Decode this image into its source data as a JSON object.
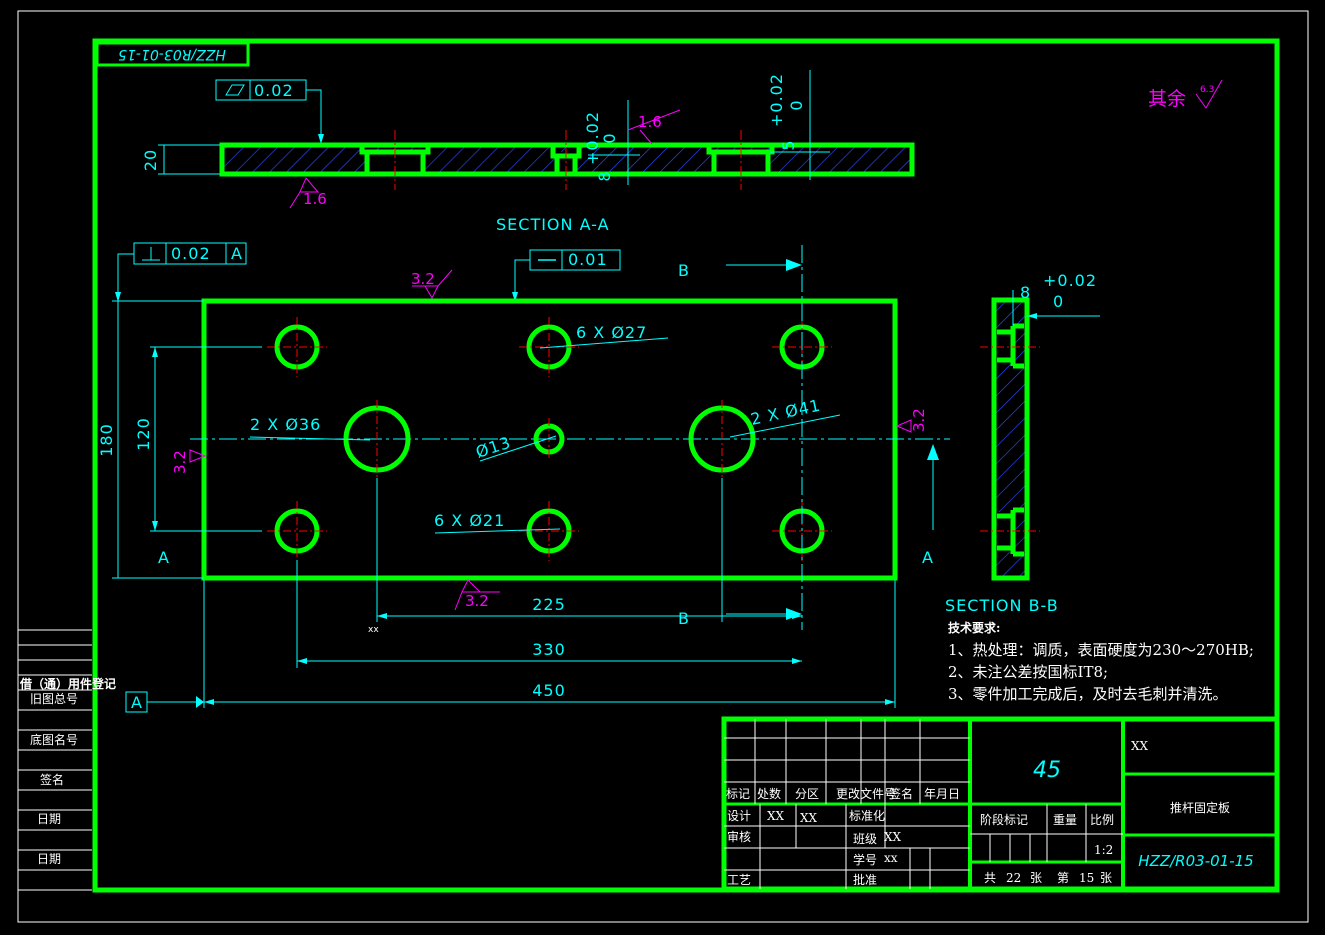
{
  "drawing": {
    "code_top": "HZZ/R03-01-15",
    "roughness_rest_label": "其余",
    "roughness_rest_value": "6.3",
    "section_aa": {
      "title": "SECTION A-A",
      "flatness": "0.02",
      "dim_thickness": "20",
      "dim_depth": "8",
      "tol_upper": "+0.02",
      "tol_lower": "0",
      "tol_upper_2": "+0.02",
      "tol_lower_2": "0",
      "tol_dim_2": "5",
      "roughness_top": "1.6",
      "roughness_bottom": "1.6"
    },
    "plan": {
      "perp": "0.02",
      "perp_datum": "A",
      "straightness": "0.01",
      "roughness_top": "3.2",
      "roughness_left": "3.2",
      "roughness_right": "3.2",
      "roughness_bottom": "3.2",
      "holes_27": "6 X Ø27",
      "holes_21": "6 X Ø21",
      "holes_36": "2 X Ø36",
      "holes_41": "2 X Ø41",
      "hole_13": "Ø13",
      "dim_180": "180",
      "dim_120": "120",
      "dim_225": "225",
      "dim_330": "330",
      "dim_450": "450",
      "datum_a": "A",
      "section_a_left": "A",
      "section_a_right": "A",
      "section_b_top": "B",
      "section_b_bottom": "B",
      "xx_mark": "xx"
    },
    "section_bb": {
      "title": "SECTION B-B",
      "dim_depth": "8",
      "tol_upper": "+0.02",
      "tol_lower": "0"
    },
    "tech_requirements": {
      "heading": "技术要求:",
      "items": [
        "1、热处理：调质，表面硬度为230～270HB;",
        "2、未注公差按国标IT8;",
        "3、零件加工完成后，及时去毛刺并清洗。"
      ]
    },
    "left_strip": [
      "借（通）用件登记",
      "旧图总号",
      "底图名号",
      "签名",
      "日期",
      "日期"
    ],
    "title_block": {
      "material": "45",
      "company": "XX",
      "part_name": "推杆固定板",
      "drawing_code": "HZZ/R03-01-15",
      "headers": [
        "标记",
        "处数",
        "分区",
        "更改文件号",
        "签名",
        "年月日"
      ],
      "design_label": "设计",
      "design_value": "XX",
      "design_value_2": "XX",
      "standard_label": "标准化",
      "review_label": "审核",
      "class_label": "班级",
      "class_value": "XX",
      "student_label": "学号",
      "student_value": "xx",
      "process_label": "工艺",
      "approve_label": "批准",
      "stage_label": "阶段标记",
      "weight_label": "重量",
      "scale_label": "比例",
      "scale_value": "1:2",
      "sheets_total_pre": "共",
      "sheets_total": "22",
      "sheets_unit": "张",
      "sheet_no_pre": "第",
      "sheet_no": "15",
      "sheet_no_unit": "张"
    }
  }
}
